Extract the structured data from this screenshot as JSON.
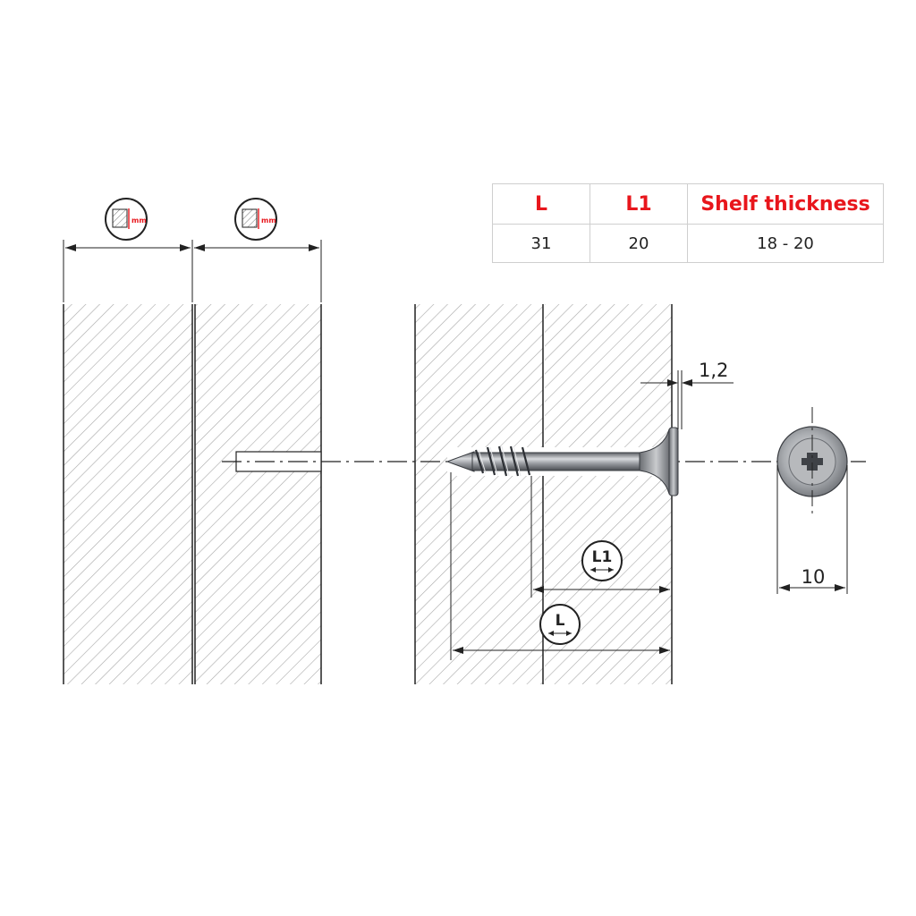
{
  "colors": {
    "accent_red": "#e8161c",
    "line": "#222222",
    "hatch": "#a8a8a8",
    "table_border": "#cfcfcf",
    "screw_metal": "#8a8d92"
  },
  "spec_table": {
    "headers": [
      "L",
      "L1",
      "Shelf thickness"
    ],
    "rows": [
      [
        "31",
        "20",
        "18 - 20"
      ]
    ]
  },
  "dimensions": {
    "head_thickness": "1,2",
    "head_diameter": "10",
    "l1_label": "L1",
    "l_label": "L",
    "wood_symbol_unit": "mm"
  },
  "icons": [
    "wood-thickness-symbol-icon",
    "screw-icon",
    "screw-head-cross-icon"
  ]
}
